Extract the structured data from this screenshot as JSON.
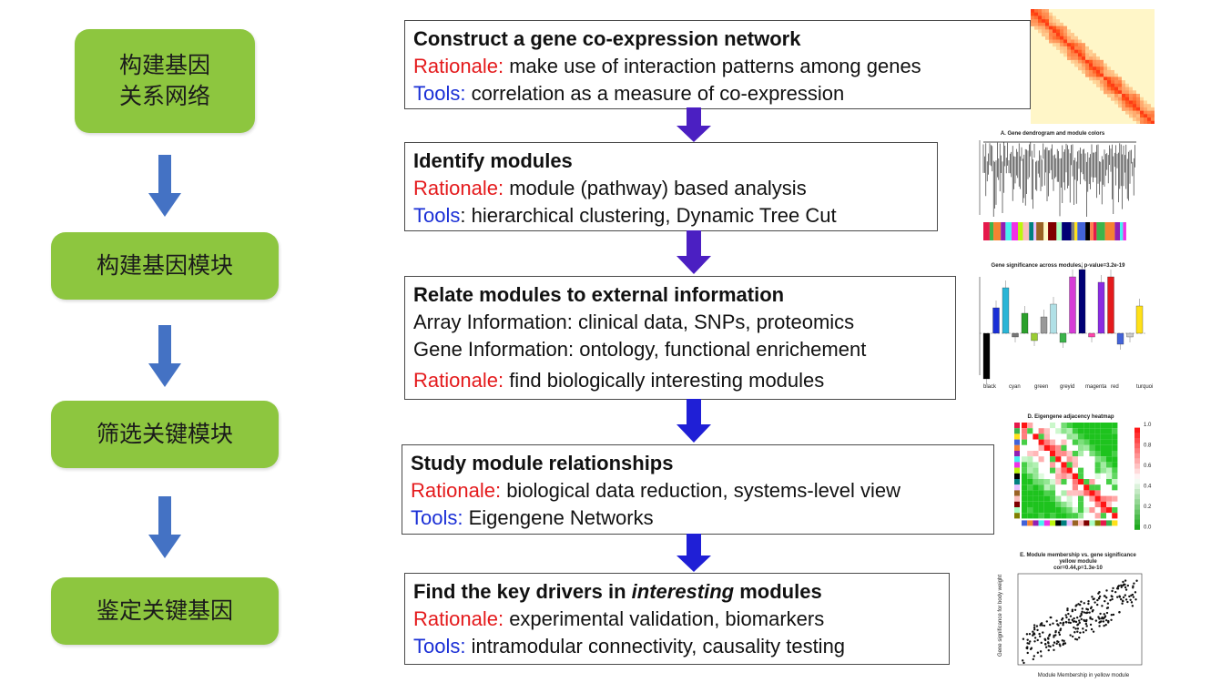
{
  "left_steps": [
    {
      "line1": "构建基因",
      "line2": "关系网络"
    },
    {
      "line1": "构建基因模块"
    },
    {
      "line1": "筛选关键模块"
    },
    {
      "line1": "鉴定关键基因"
    }
  ],
  "boxes": [
    {
      "title": "Construct a gene co-expression network",
      "rationale_label": "Rationale:",
      "rationale": " make use of interaction patterns among genes",
      "tools_label": "Tools:",
      "tools": " correlation as a measure of co-expression"
    },
    {
      "title": "Identify modules",
      "rationale_label": "Rationale:",
      "rationale": " module (pathway) based analysis",
      "tools_label": "Tools",
      "tools": ": hierarchical clustering, Dynamic Tree Cut"
    },
    {
      "title": "Relate modules to external information",
      "line1": "Array Information: clinical data, SNPs, proteomics",
      "line2": "Gene Information: ontology, functional enrichement",
      "rationale_label": "Rationale:",
      "rationale": " find biologically interesting modules"
    },
    {
      "title": "Study module relationships",
      "rationale_label": "Rationale:",
      "rationale": " biological data reduction, systems-level view",
      "tools_label": "Tools:",
      "tools": " Eigengene Networks"
    },
    {
      "title_a": "Find the key drivers in ",
      "title_em": "interesting",
      "title_b": " modules",
      "rationale_label": "Rationale:",
      "rationale": " experimental validation, biomarkers",
      "tools_label": "Tools:",
      "tools": " intramodular connectivity, causality testing"
    }
  ],
  "figures": {
    "dendrogram_title": "A. Gene dendrogram and module colors",
    "barplot_title": "Gene significance across modules, p-value=3.2e-19",
    "barplot_xlabels": [
      "black",
      "cyan",
      "green",
      "greyid",
      "magenta",
      "red",
      "turquoise"
    ],
    "heatmap_title": "D. Eigengene adjacency heatmap",
    "heatmap_scale": [
      "1.0",
      "0.8",
      "0.6",
      "0.4",
      "0.2",
      "0.0"
    ],
    "scatter_title": "E. Module membership vs. gene significance",
    "scatter_subtitle": "yellow module",
    "scatter_stats": "cor=0.44,p=1.3e-10",
    "scatter_xlabel": "Module Membership in yellow module",
    "scatter_ylabel": "Gene significance for body weight"
  },
  "colors": {
    "step_fill": "#8dc63f",
    "arrow_blue": "#4472c4",
    "arrow_purple": "#4b1fc2",
    "rationale": "#e41a1c",
    "tools": "#1a2fd6"
  }
}
